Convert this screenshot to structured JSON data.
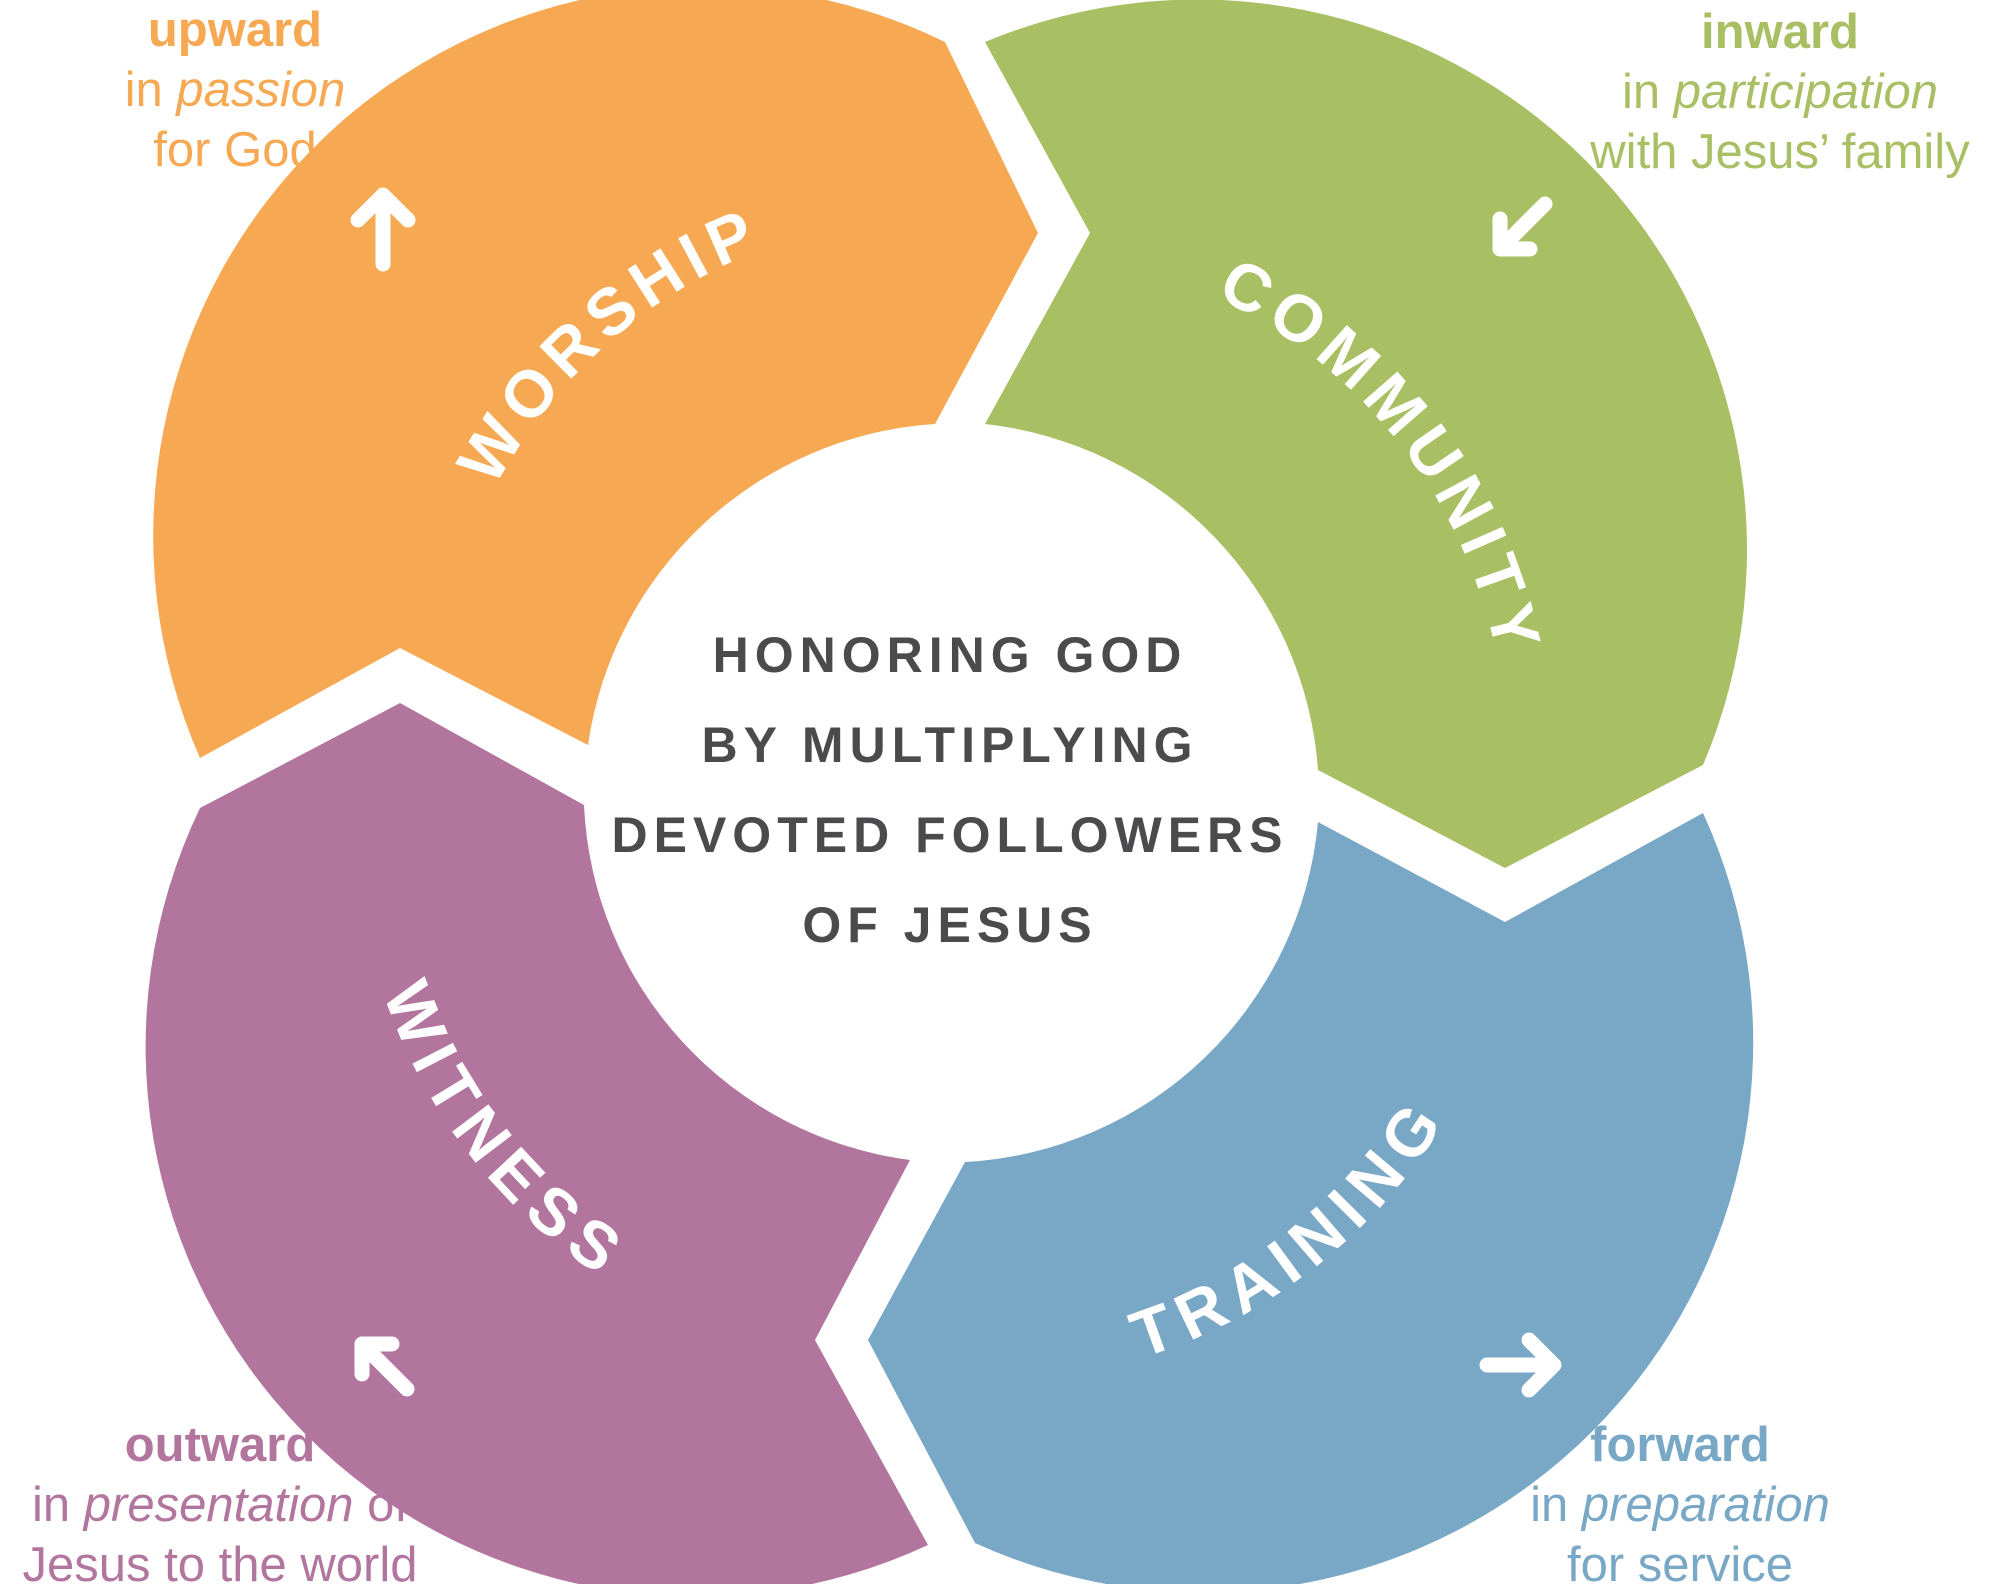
{
  "center": {
    "lines": [
      "HONORING GOD",
      "BY MULTIPLYING",
      "DEVOTED FOLLOWERS",
      "OF JESUS"
    ],
    "color": "#4b4b4d"
  },
  "segments": [
    {
      "label": "WORSHIP",
      "color": "#f6a952",
      "icon": "arrow-up-icon",
      "direction": "upward",
      "desc_pre": "in",
      "desc_em": "passion",
      "desc_post": "",
      "desc_line2": "for God"
    },
    {
      "label": "COMMUNITY",
      "color": "#a9bf64",
      "icon": "arrow-down-left-icon",
      "direction": "inward",
      "desc_pre": "in",
      "desc_em": "participation",
      "desc_post": "",
      "desc_line2": "with Jesus’ family"
    },
    {
      "label": "TRAINING",
      "color": "#79a7c6",
      "icon": "arrow-right-icon",
      "direction": "forward",
      "desc_pre": "in",
      "desc_em": "preparation",
      "desc_post": "",
      "desc_line2": "for service"
    },
    {
      "label": "WITNESS",
      "color": "#b2769e",
      "icon": "arrow-up-left-icon",
      "direction": "outward",
      "desc_pre": "in",
      "desc_em": "presentation",
      "desc_post": "of",
      "desc_line2": "Jesus to the world"
    }
  ]
}
